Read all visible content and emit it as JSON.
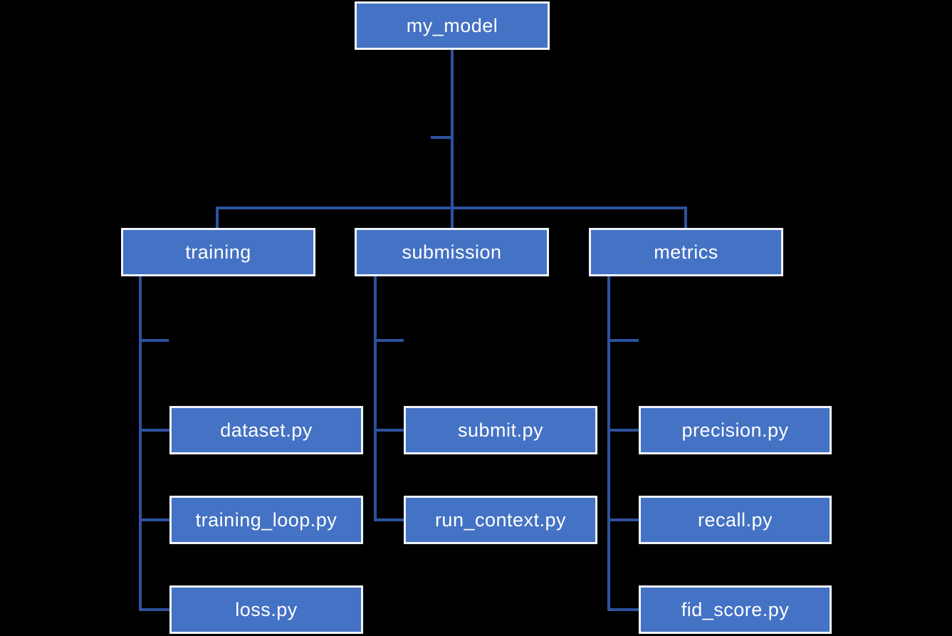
{
  "tree": {
    "root": {
      "label": "my_model",
      "children": [
        {
          "label": "training",
          "children": [
            {
              "label": "dataset.py"
            },
            {
              "label": "training_loop.py"
            },
            {
              "label": "loss.py"
            }
          ]
        },
        {
          "label": "submission",
          "children": [
            {
              "label": "submit.py"
            },
            {
              "label": "run_context.py"
            }
          ]
        },
        {
          "label": "metrics",
          "children": [
            {
              "label": "precision.py"
            },
            {
              "label": "recall.py"
            },
            {
              "label": "fid_score.py"
            }
          ]
        }
      ]
    }
  },
  "colors": {
    "background": "#000000",
    "box_fill": "#4472C4",
    "box_border": "#EFF3FA",
    "connector": "#2E529F",
    "text": "#FFFFFF"
  }
}
